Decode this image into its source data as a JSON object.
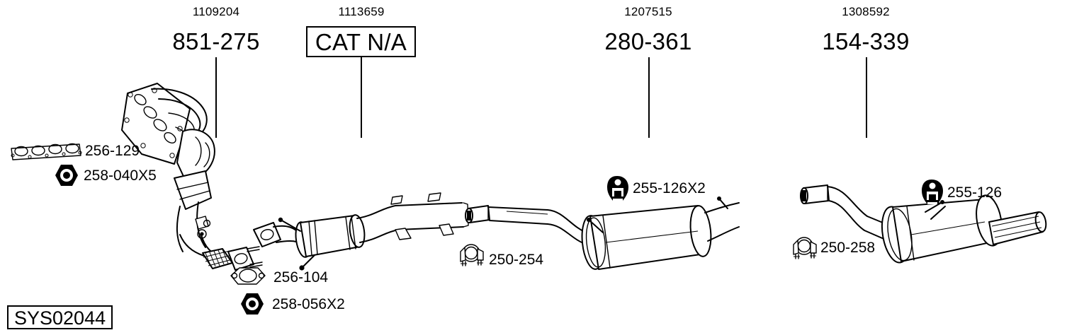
{
  "diagram": {
    "system_code": "SYS02044",
    "type": "exhaust-system-parts-diagram"
  },
  "columns": [
    {
      "ref": "1109204",
      "part": "851-275",
      "boxed": false,
      "component": "exhaust-manifold-front-pipe"
    },
    {
      "ref": "1113659",
      "part": "CAT N/A",
      "boxed": true,
      "component": "catalytic-converter"
    },
    {
      "ref": "1207515",
      "part": "280-361",
      "boxed": false,
      "component": "centre-silencer"
    },
    {
      "ref": "1308592",
      "part": "154-339",
      "boxed": false,
      "component": "rear-silencer"
    }
  ],
  "callouts": [
    {
      "label": "256-129",
      "icon": "manifold-gasket-icon"
    },
    {
      "label": "258-040X5",
      "icon": "nut-icon"
    },
    {
      "label": "256-104",
      "icon": "flange-gasket-icon"
    },
    {
      "label": "258-056X2",
      "icon": "nut-icon"
    },
    {
      "label": "250-254",
      "icon": "pipe-clamp-icon"
    },
    {
      "label": "255-126X2",
      "icon": "rubber-hanger-icon"
    },
    {
      "label": "250-258",
      "icon": "pipe-clamp-icon"
    },
    {
      "label": "255-126",
      "icon": "rubber-hanger-icon"
    }
  ],
  "colors": {
    "line": "#000000",
    "background": "#ffffff"
  }
}
